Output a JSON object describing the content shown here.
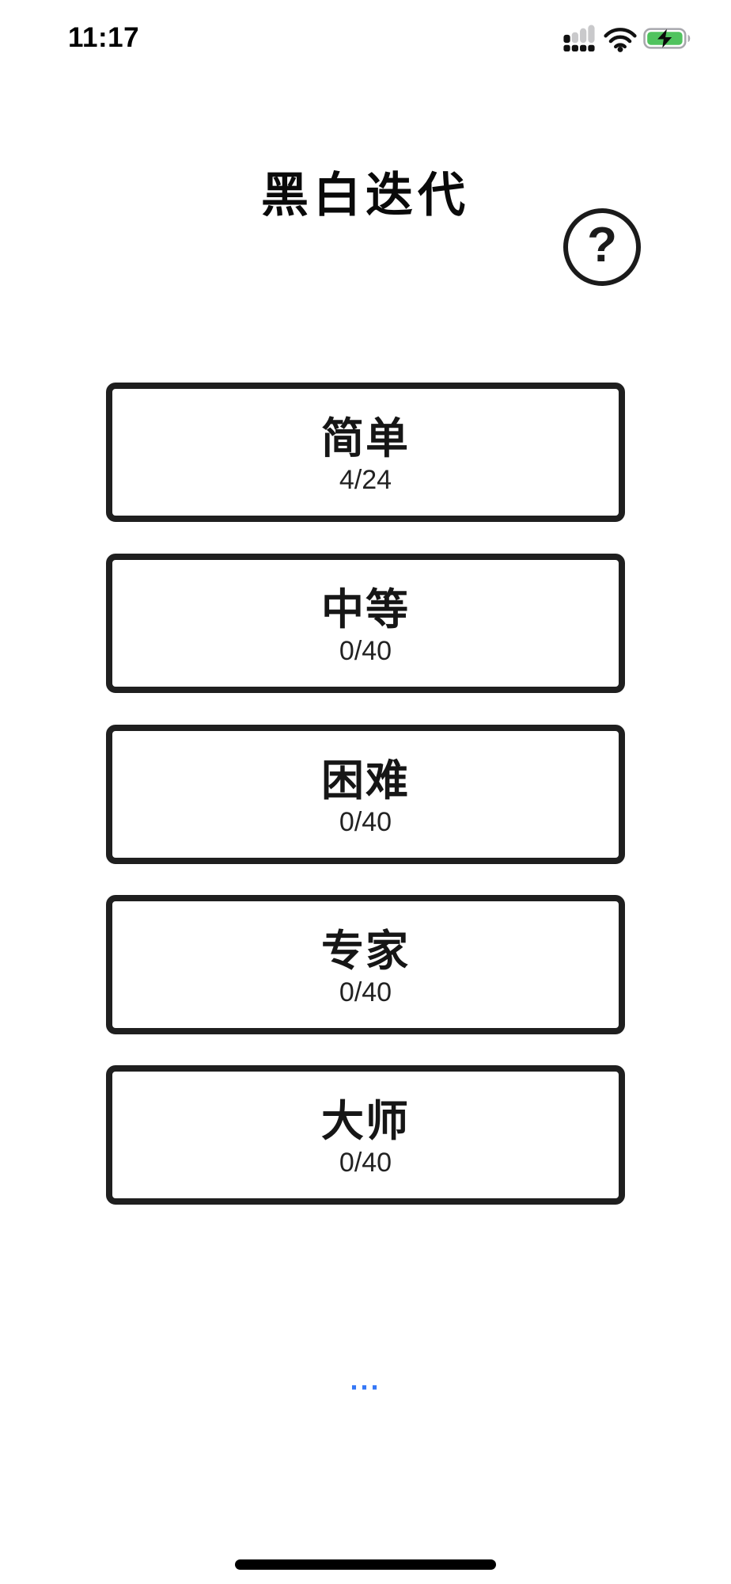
{
  "status_bar": {
    "time": "11:17",
    "signal_icon": "cellular-signal-partial",
    "wifi_icon": "wifi-full",
    "battery_icon": "battery-charging"
  },
  "header": {
    "title": "黑白迭代",
    "help_label": "?"
  },
  "menu": {
    "buttons": [
      {
        "label": "简单",
        "progress": "4/24"
      },
      {
        "label": "中等",
        "progress": "0/40"
      },
      {
        "label": "困难",
        "progress": "0/40"
      },
      {
        "label": "专家",
        "progress": "0/40"
      },
      {
        "label": "大师",
        "progress": "0/40"
      }
    ]
  },
  "footer": {
    "more_label": "···"
  },
  "colors": {
    "button_border": "#1f1f1f",
    "text": "#161616",
    "accent_blue": "#3477f6",
    "battery_green": "#50c35e",
    "status_gray": "#c9c9cb"
  }
}
